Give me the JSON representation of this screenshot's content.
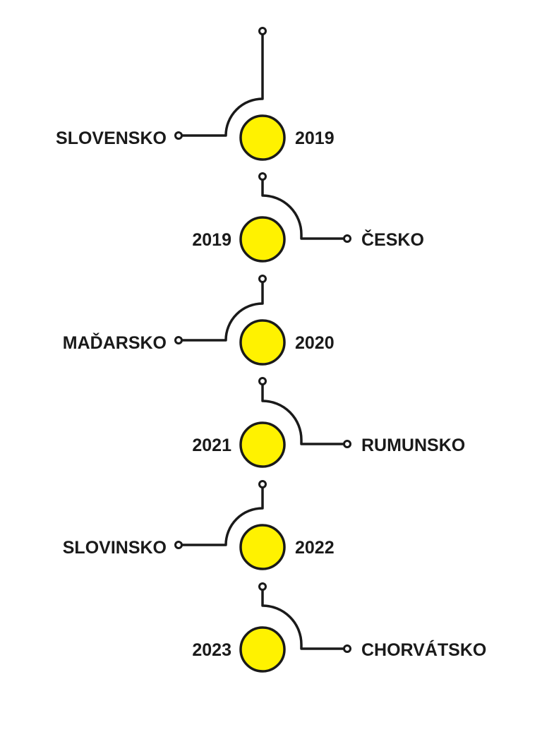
{
  "colors": {
    "node_fill": "#FFF200",
    "line": "#1a1a1a",
    "background": "#ffffff"
  },
  "entries": [
    {
      "country": "SLOVENSKO",
      "year": "2019",
      "country_side": "left"
    },
    {
      "country": "ČESKO",
      "year": "2019",
      "country_side": "right"
    },
    {
      "country": "MAĎARSKO",
      "year": "2020",
      "country_side": "left"
    },
    {
      "country": "RUMUNSKO",
      "year": "2021",
      "country_side": "right"
    },
    {
      "country": "SLOVINSKO",
      "year": "2022",
      "country_side": "left"
    },
    {
      "country": "CHORVÁTSKO",
      "year": "2023",
      "country_side": "right"
    }
  ]
}
